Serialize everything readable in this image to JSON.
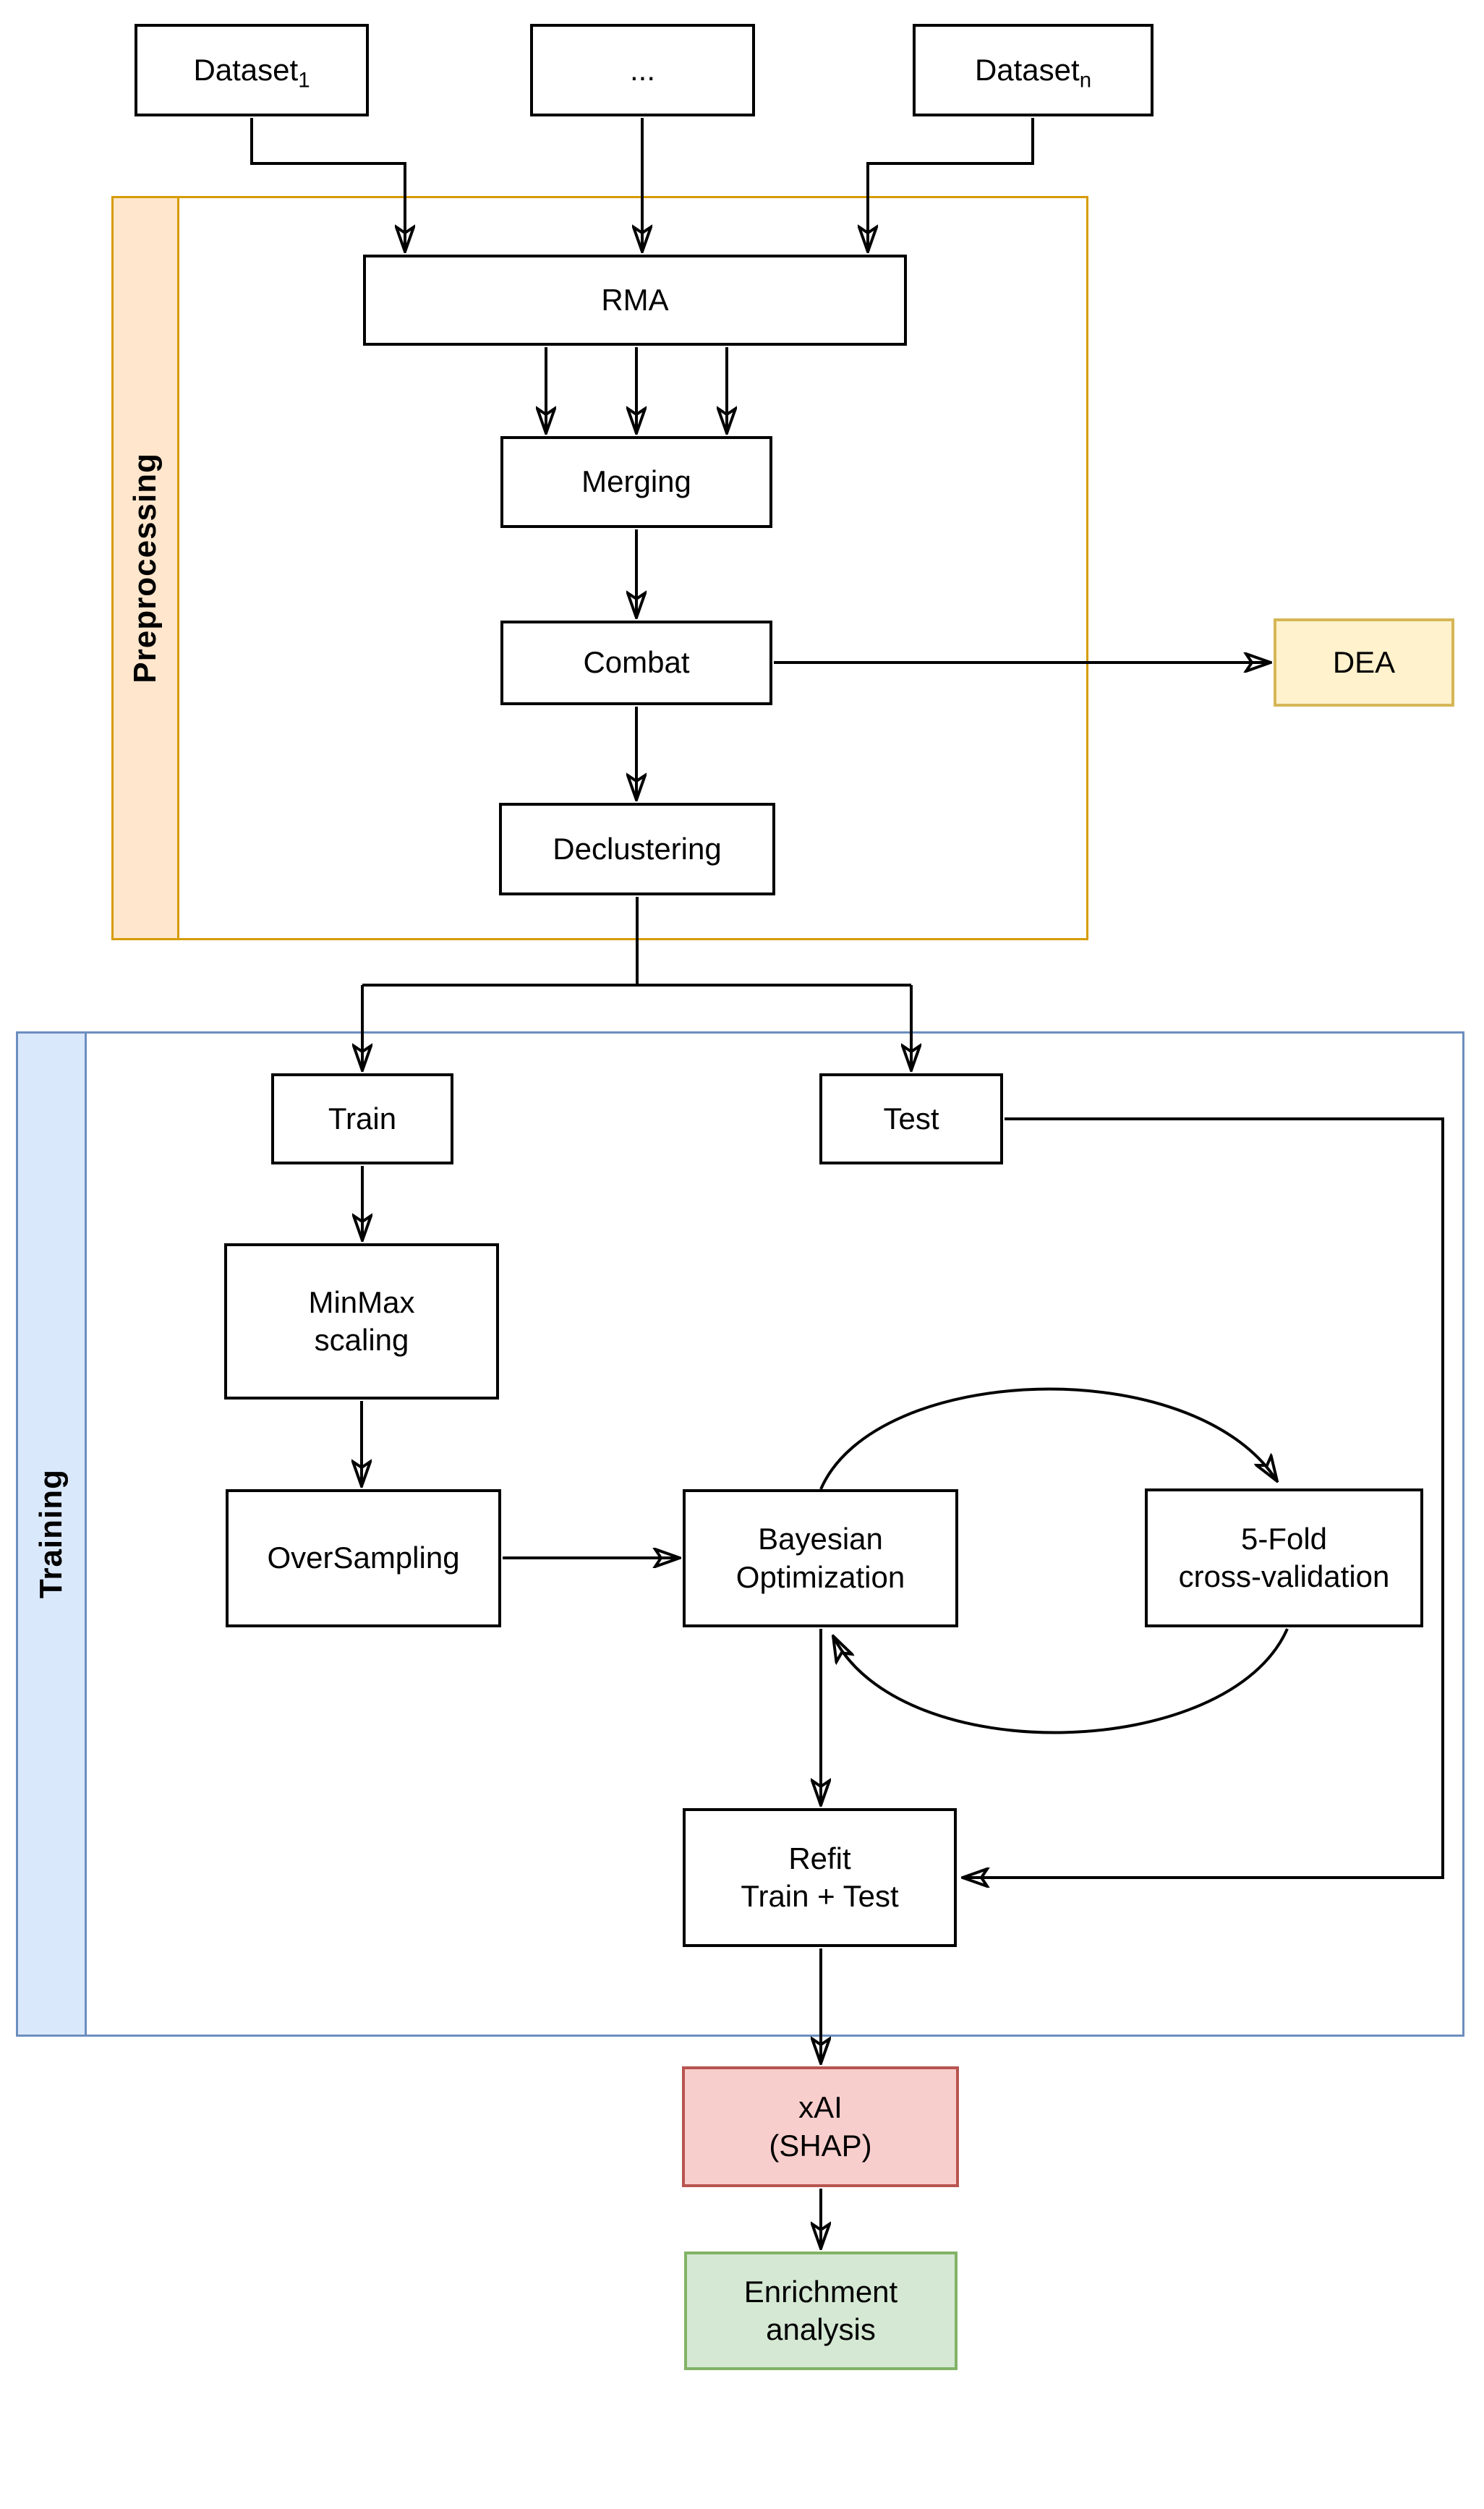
{
  "containers": {
    "preprocessing": {
      "label": "Preprocessing"
    },
    "training": {
      "label": "Training"
    }
  },
  "nodes": {
    "dataset1": {
      "label": "Dataset",
      "sub": "1"
    },
    "dataset_ellipsis": {
      "label": "..."
    },
    "datasetn": {
      "label": "Dataset",
      "sub": "n"
    },
    "rma": {
      "label": "RMA"
    },
    "merging": {
      "label": "Merging"
    },
    "combat": {
      "label": "Combat"
    },
    "dea": {
      "label": "DEA"
    },
    "declustering": {
      "label": "Declustering"
    },
    "train": {
      "label": "Train"
    },
    "test": {
      "label": "Test"
    },
    "minmax": {
      "lines": [
        "MinMax",
        "scaling"
      ]
    },
    "oversampling": {
      "label": "OverSampling"
    },
    "bayesian": {
      "lines": [
        "Bayesian",
        "Optimization"
      ]
    },
    "cv": {
      "lines": [
        "5-Fold",
        "cross-validation"
      ]
    },
    "refit": {
      "lines": [
        "Refit",
        "Train + Test"
      ]
    },
    "xai": {
      "lines": [
        "xAI",
        "(SHAP)"
      ]
    },
    "enrichment": {
      "lines": [
        "Enrichment",
        "analysis"
      ]
    }
  },
  "colors": {
    "preprocessing_border": "#D79B00",
    "preprocessing_strip_fill": "#FFE6CC",
    "training_border": "#6C8EBF",
    "training_strip_fill": "#DAE8FC",
    "dea_fill": "#FFF2CC",
    "dea_border": "#D6B656",
    "xai_fill": "#F8CECC",
    "xai_border": "#B85450",
    "enrichment_fill": "#D5E8D4",
    "enrichment_border": "#82B366",
    "node_fill": "#FFFFFF",
    "node_border": "#000000",
    "edge": "#000000"
  }
}
